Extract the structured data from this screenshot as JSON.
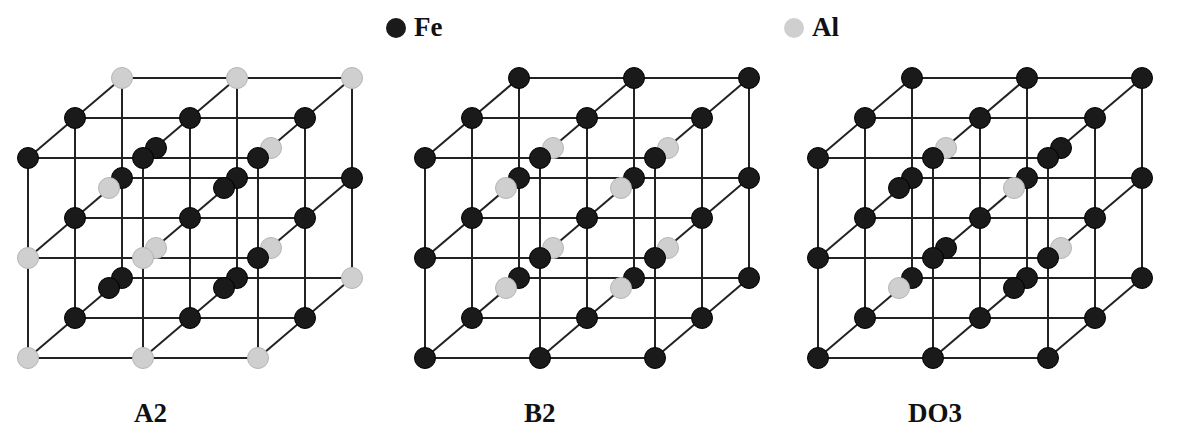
{
  "diagram": {
    "labels": [
      "A2",
      "B2",
      "DO3"
    ],
    "legend": [
      {
        "text": "Fe",
        "color": "#1a1a1a"
      },
      {
        "text": "Al",
        "color": "#cfcfcf"
      }
    ]
  }
}
